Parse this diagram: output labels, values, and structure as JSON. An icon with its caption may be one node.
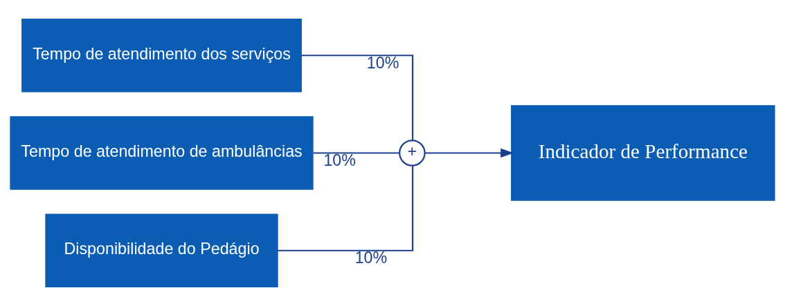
{
  "diagram": {
    "nodes": [
      {
        "text": [
          "Tempo de atendimento dos serviços"
        ]
      },
      {
        "text": [
          "Tempo de atendimento de ambulâncias"
        ]
      },
      {
        "text": [
          "Disponibilidade do Pedágio"
        ]
      },
      {
        "text": [
          "+"
        ]
      },
      {
        "text": [
          "Indicador de Performance"
        ]
      }
    ],
    "edges": [
      {
        "from": 0,
        "to": 3,
        "arrow": "none",
        "label": "10%"
      },
      {
        "from": 1,
        "to": 3,
        "arrow": "none",
        "label": "10%"
      },
      {
        "from": 2,
        "to": 3,
        "arrow": "none",
        "label": "10%"
      },
      {
        "from": 3,
        "to": 4,
        "arrow": "to"
      }
    ]
  }
}
